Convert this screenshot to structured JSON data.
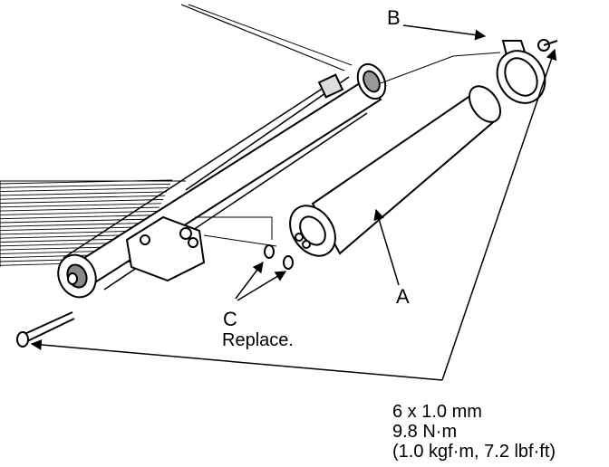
{
  "callouts": {
    "a": "A",
    "b": "B",
    "c": "C",
    "c_note": "Replace."
  },
  "spec": {
    "size": "6 x 1.0 mm",
    "torque_nm": "9.8 N·m",
    "torque_alt": "(1.0 kgf·m, 7.2 lbf·ft)"
  },
  "colors": {
    "ink": "#000000",
    "paper": "#ffffff"
  }
}
